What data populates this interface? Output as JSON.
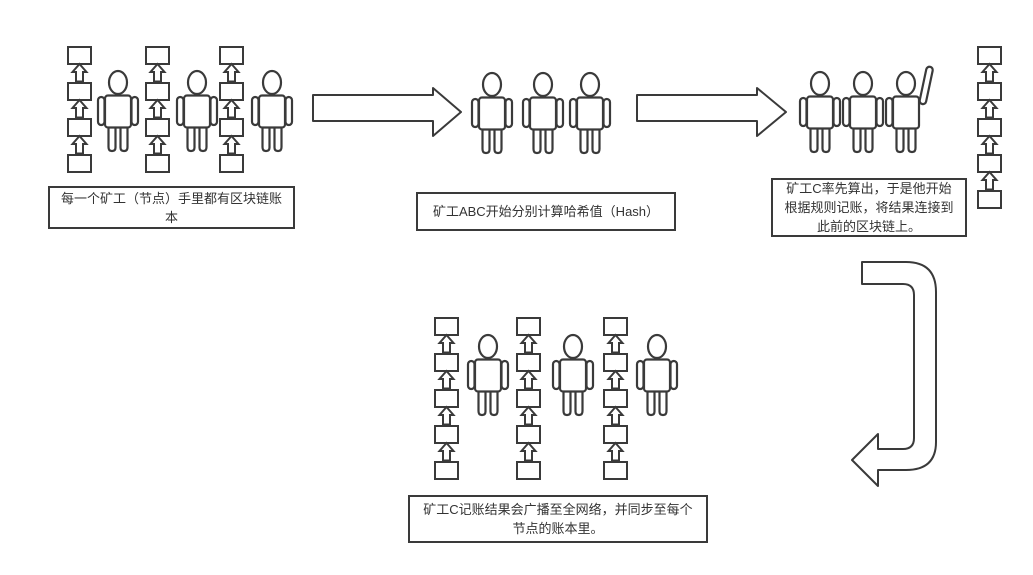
{
  "colors": {
    "background": "#ffffff",
    "stroke": "#3a3a3a",
    "text": "#333333"
  },
  "diagram": {
    "steps": [
      {
        "name": "step-1-every-miner-has-ledger",
        "caption": "每一个矿工（节点）手里都有区块链账本",
        "persons": 3,
        "chains": 3,
        "blocks_per_chain": 4,
        "raised_hand": false
      },
      {
        "name": "step-2-miners-compute-hash",
        "caption": "矿工ABC开始分别计算哈希值（Hash）",
        "persons": 3,
        "chains": 0,
        "blocks_per_chain": 0,
        "raised_hand": false
      },
      {
        "name": "step-3-miner-c-wins",
        "caption": "矿工C率先算出，于是他开始根据规则记账，将结果连接到此前的区块链上。",
        "persons": 3,
        "chains": 1,
        "blocks_per_chain": 5,
        "raised_hand": true
      },
      {
        "name": "step-4-broadcast-sync",
        "caption": "矿工C记账结果会广播至全网络，并同步至每个节点的账本里。",
        "persons": 3,
        "chains": 3,
        "blocks_per_chain": 5,
        "raised_hand": false
      }
    ],
    "connectors": [
      {
        "name": "arrow-step1-to-step2",
        "type": "block-arrow-right"
      },
      {
        "name": "arrow-step2-to-step3",
        "type": "block-arrow-right"
      },
      {
        "name": "arrow-step3-to-step4",
        "type": "bent-arrow-down-left"
      }
    ]
  }
}
